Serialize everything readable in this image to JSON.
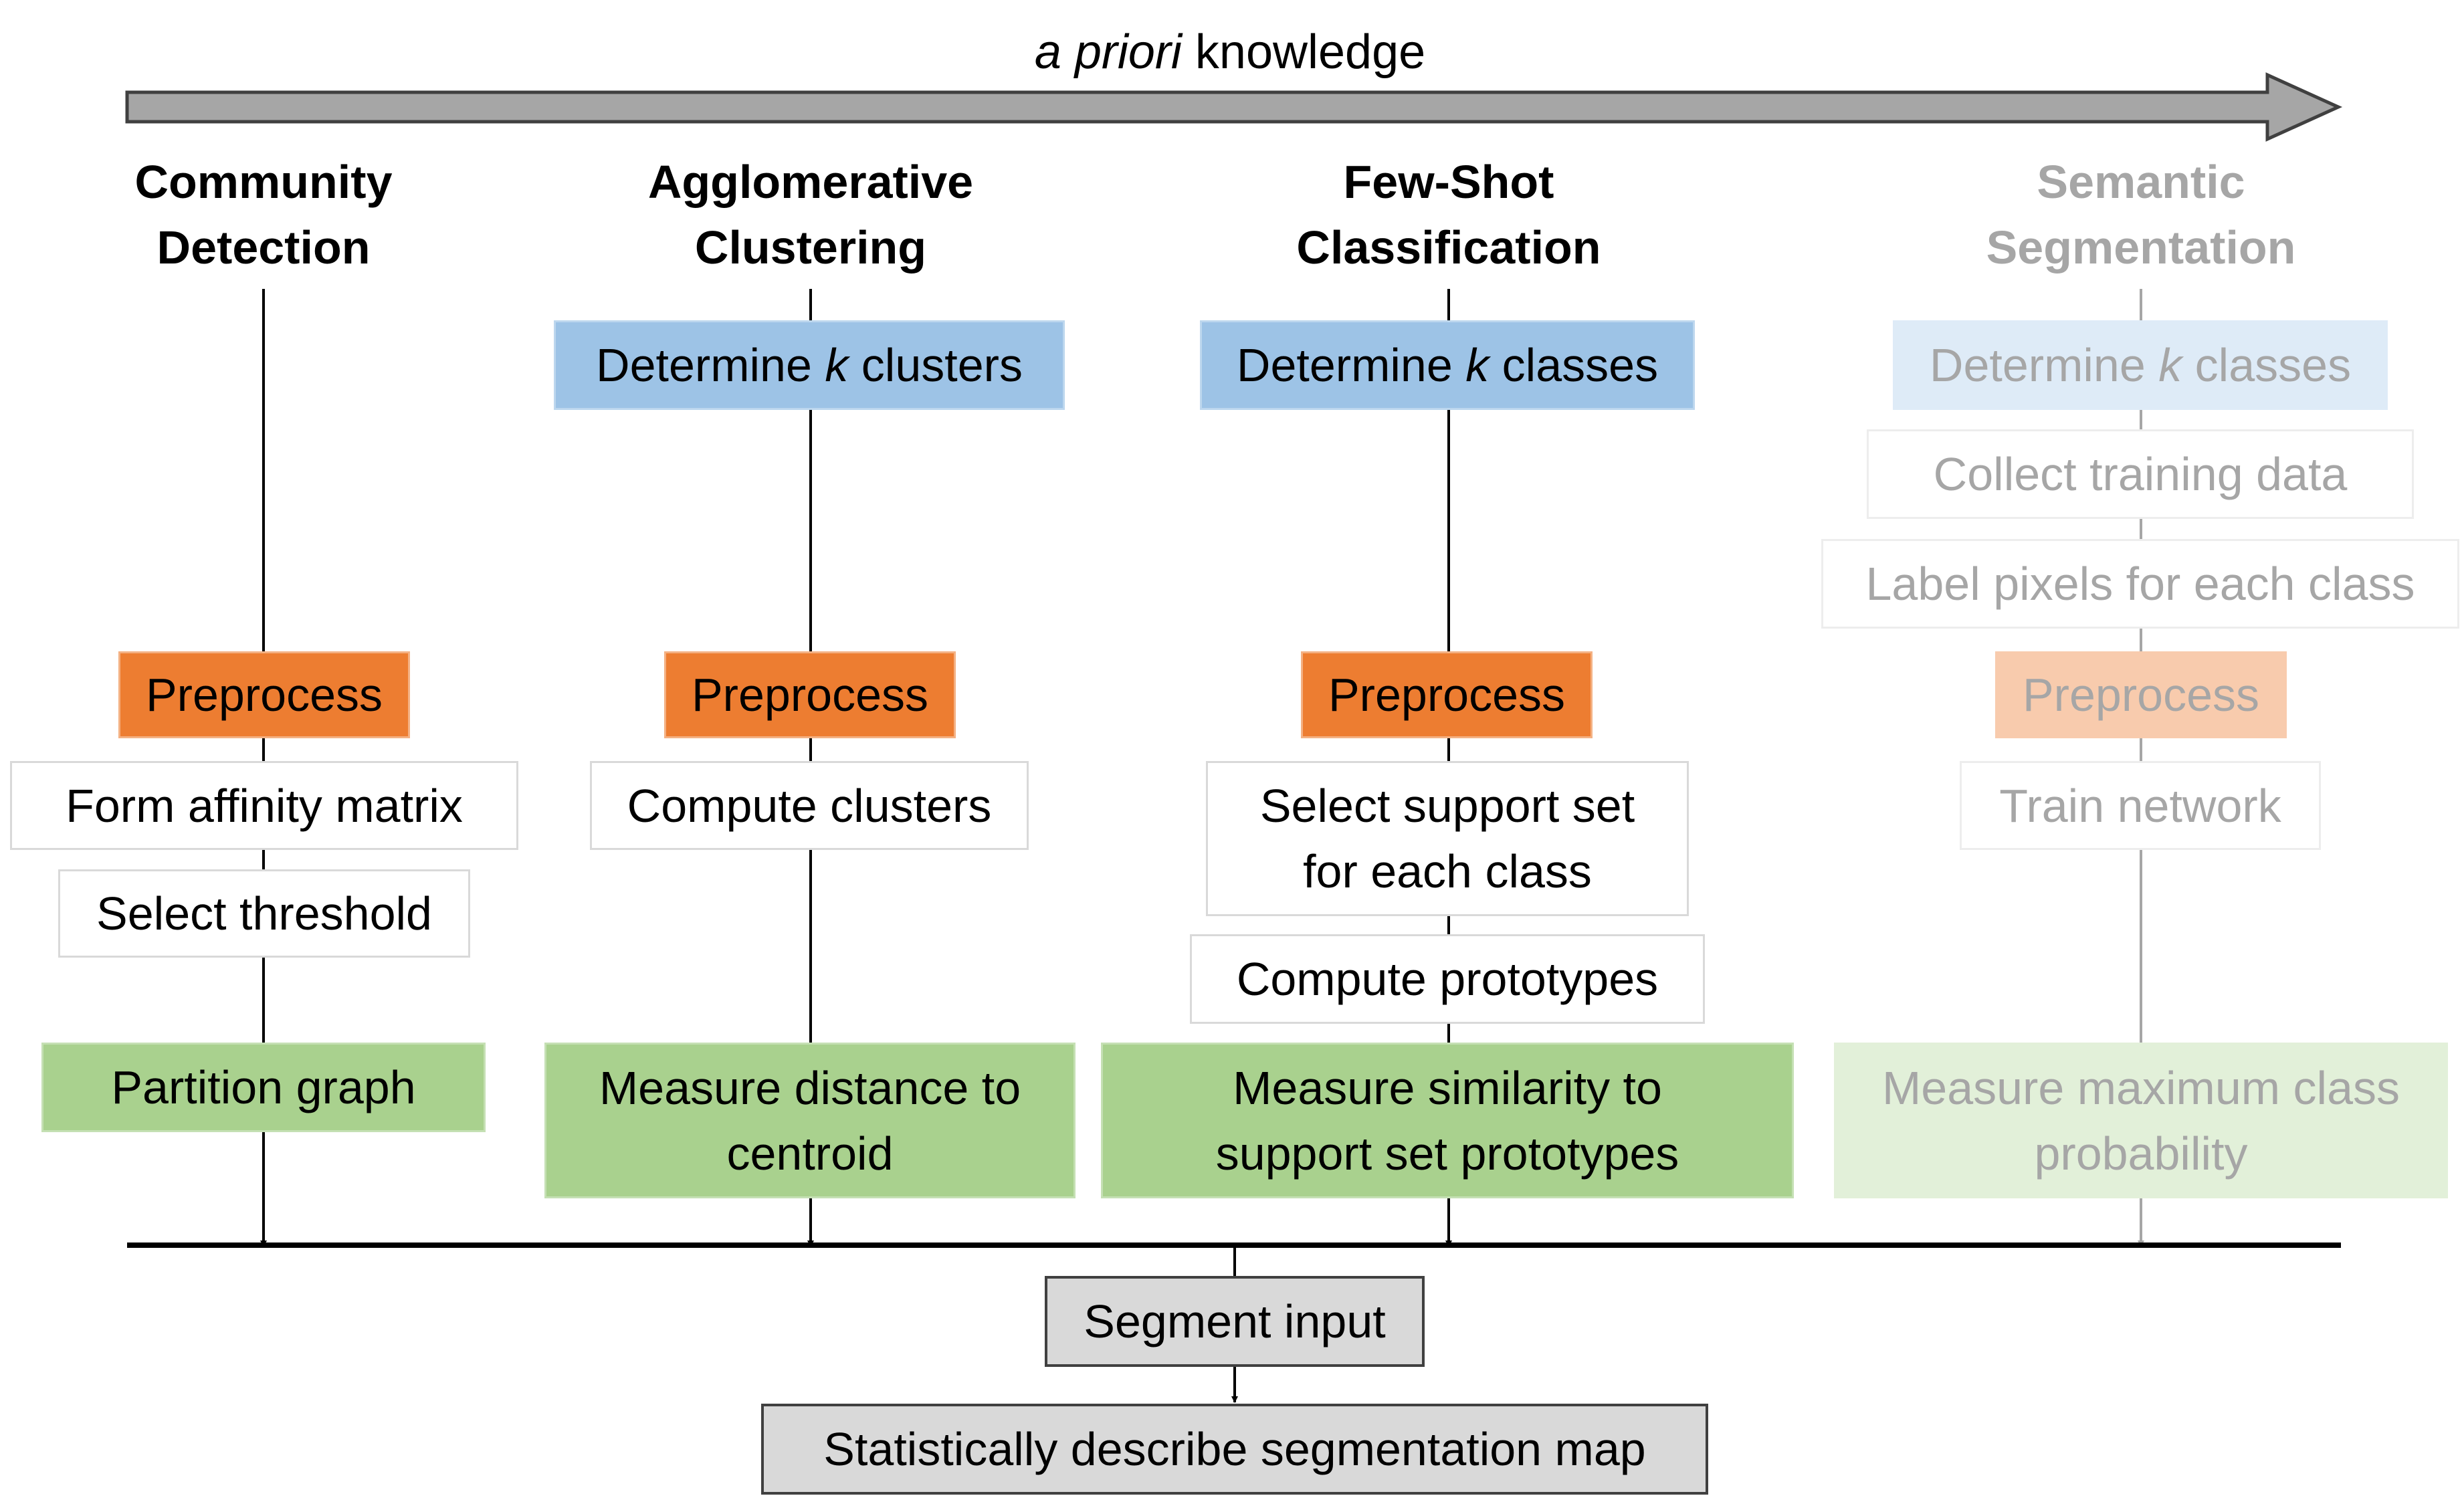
{
  "header": {
    "prefix_italic": "a priori",
    "suffix": "knowledge"
  },
  "columns": [
    {
      "title_line1": "Community",
      "title_line2": "Detection",
      "preprocess": "Preprocess",
      "step1": "Form affinity matrix",
      "step2": "Select threshold",
      "final": "Partition graph"
    },
    {
      "title_line1": "Agglomerative",
      "title_line2": "Clustering",
      "determine_pre": "Determine ",
      "determine_k": "k",
      "determine_post": " clusters",
      "preprocess": "Preprocess",
      "step1": "Compute clusters",
      "final_line1": "Measure distance to",
      "final_line2": "centroid"
    },
    {
      "title_line1": "Few-Shot",
      "title_line2": "Classification",
      "determine_pre": "Determine ",
      "determine_k": "k",
      "determine_post": " classes",
      "preprocess": "Preprocess",
      "step1_line1": "Select support set",
      "step1_line2": "for each class",
      "step2": "Compute prototypes",
      "final_line1": "Measure similarity to",
      "final_line2": "support set prototypes"
    },
    {
      "title_line1": "Semantic",
      "title_line2": "Segmentation",
      "determine_pre": "Determine ",
      "determine_k": "k",
      "determine_post": " classes",
      "step_collect": "Collect training data",
      "step_label": "Label pixels for each class",
      "preprocess": "Preprocess",
      "step_train": "Train network",
      "final_line1": "Measure maximum class",
      "final_line2": "probability"
    }
  ],
  "bottom": {
    "segment": "Segment input",
    "describe": "Statistically describe segmentation map"
  },
  "colors": {
    "determine": "#9dc3e6",
    "preprocess": "#ed7d31",
    "final": "#a9d18e",
    "output": "#d9d9d9",
    "faded_text": "#a6a6a6"
  }
}
